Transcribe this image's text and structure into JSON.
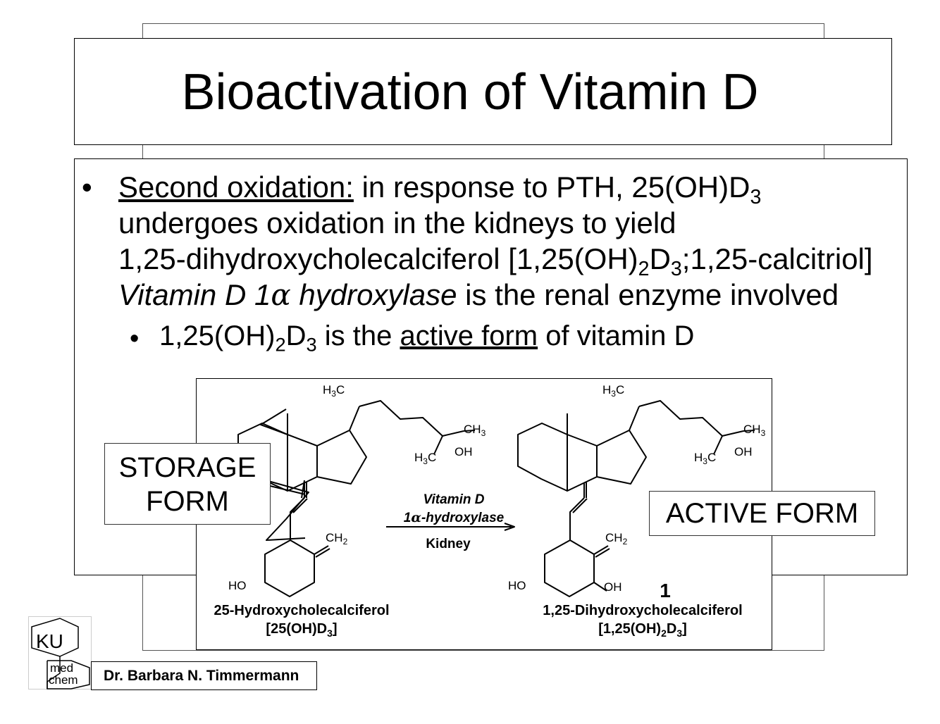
{
  "slide": {
    "title": "Bioactivation of Vitamin D",
    "bullet_main": {
      "label": "Second oxidation:",
      "line1_rest": " in response to PTH, 25(OH)D",
      "sub3": "3",
      "line2": "undergoes oxidation in the kidneys to yield",
      "line3_a": "1,25-dihydroxycholecalciferol [1,25(OH)",
      "sub2": "2",
      "line3_b": "D",
      "line3_c": ";1,25-calcitriol]",
      "line4_enzyme_a": "Vitamin D 1",
      "alpha": "α",
      "line4_enzyme_b": " hydroxylase",
      "line4_rest": " is the renal enzyme involved"
    },
    "bullet_sub": {
      "a": "1,25(OH)",
      "sub2": "2",
      "b": "D",
      "sub3": "3",
      "c": " is the ",
      "active": "active form",
      "d": " of vitamin D"
    },
    "storage_label_line1": "STORAGE",
    "storage_label_line2": "FORM",
    "active_label": "ACTIVE FORM",
    "scheme": {
      "h3c": "H",
      "ch3": "CH",
      "oh": "OH",
      "ho": "HO",
      "ch2": "CH",
      "arrow_line1": "Vitamin D",
      "arrow_line2_a": "1",
      "arrow_line2_b": "-hydroxylase",
      "arrow_line3": "Kidney",
      "compound_number": "1",
      "left_name": "25-Hydroxycholecalciferol",
      "left_formula_a": "[25(OH)D",
      "left_formula_b": "]",
      "right_name": "1,25-Dihydroxycholecalciferol",
      "right_formula_a": "[1,25(OH)",
      "right_formula_b": "D",
      "right_formula_c": "]",
      "sub_2": "2",
      "sub_3": "3"
    },
    "logo": {
      "ku": "KU",
      "med": "med",
      "chem": "chem"
    },
    "author": "Dr. Barbara N. Timmermann"
  }
}
